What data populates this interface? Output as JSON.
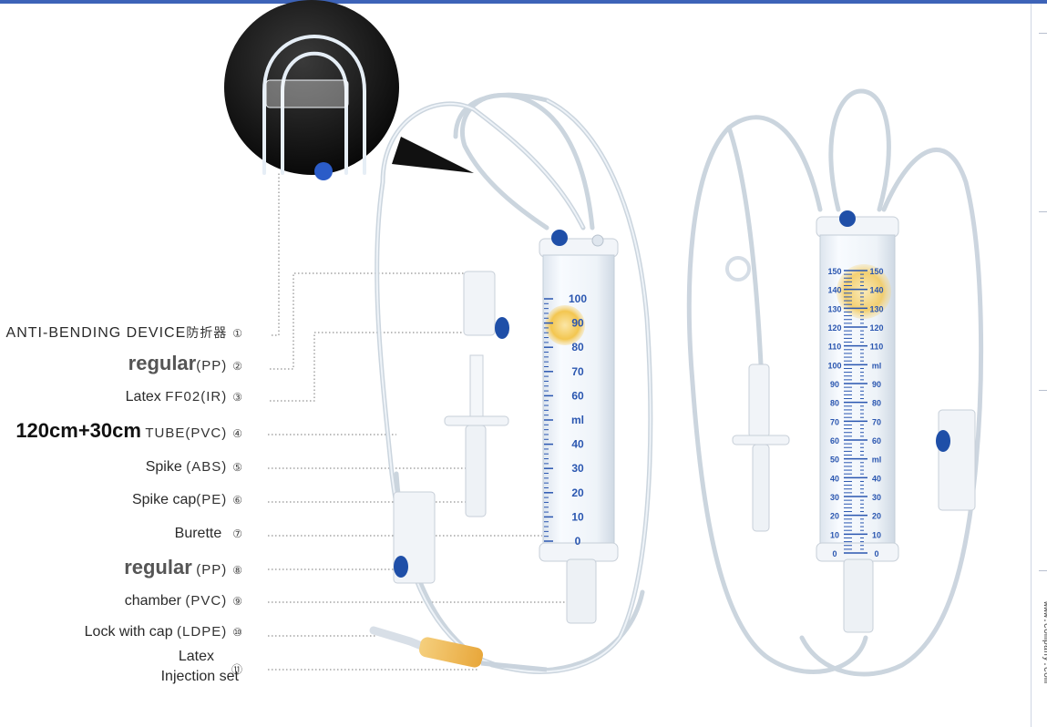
{
  "labels": [
    {
      "name": "ANTI-BENDING DEVICE",
      "material": "防折器",
      "number": "①"
    },
    {
      "name": "regular",
      "material": "(PP)",
      "number": "②"
    },
    {
      "name": "Latex",
      "material": "FF02(IR)",
      "number": "③"
    },
    {
      "name": "120cm+30cm",
      "material": "TUBE(PVC)",
      "number": "④"
    },
    {
      "name": "Spike",
      "material": "(ABS)",
      "number": "⑤"
    },
    {
      "name": "Spike cap",
      "material": "(PE)",
      "number": "⑥"
    },
    {
      "name": "Burette",
      "material": "",
      "number": "⑦"
    },
    {
      "name": "regular",
      "material": "(PP)",
      "number": "⑧"
    },
    {
      "name": "chamber",
      "material": "(PVC)",
      "number": "⑨"
    },
    {
      "name": "Lock with cap",
      "material": "(LDPE)",
      "number": "⑩"
    },
    {
      "name": "Latex",
      "material": "",
      "number": "⑪"
    },
    {
      "name": "Injection set",
      "material": "",
      "number": ""
    }
  ],
  "burette_left": {
    "scale": [
      "100",
      "90",
      "80",
      "70",
      "60",
      "ml",
      "40",
      "30",
      "20",
      "10",
      "0"
    ]
  },
  "burette_right": {
    "scale_left": [
      "150",
      "140",
      "130",
      "120",
      "110",
      "100",
      "90",
      "80",
      "70",
      "60",
      "50",
      "40",
      "30",
      "20",
      "10",
      "0"
    ],
    "scale_right": [
      "150",
      "140",
      "130",
      "120",
      "110",
      "ml",
      "90",
      "80",
      "70",
      "60",
      "ml",
      "40",
      "30",
      "20",
      "10",
      "0"
    ]
  },
  "side_text": "www.company.com",
  "colors": {
    "accent": "#3d63b8",
    "scale": "#2a56b0",
    "float": "#f2c24a",
    "tube": "#c9d3dd"
  }
}
